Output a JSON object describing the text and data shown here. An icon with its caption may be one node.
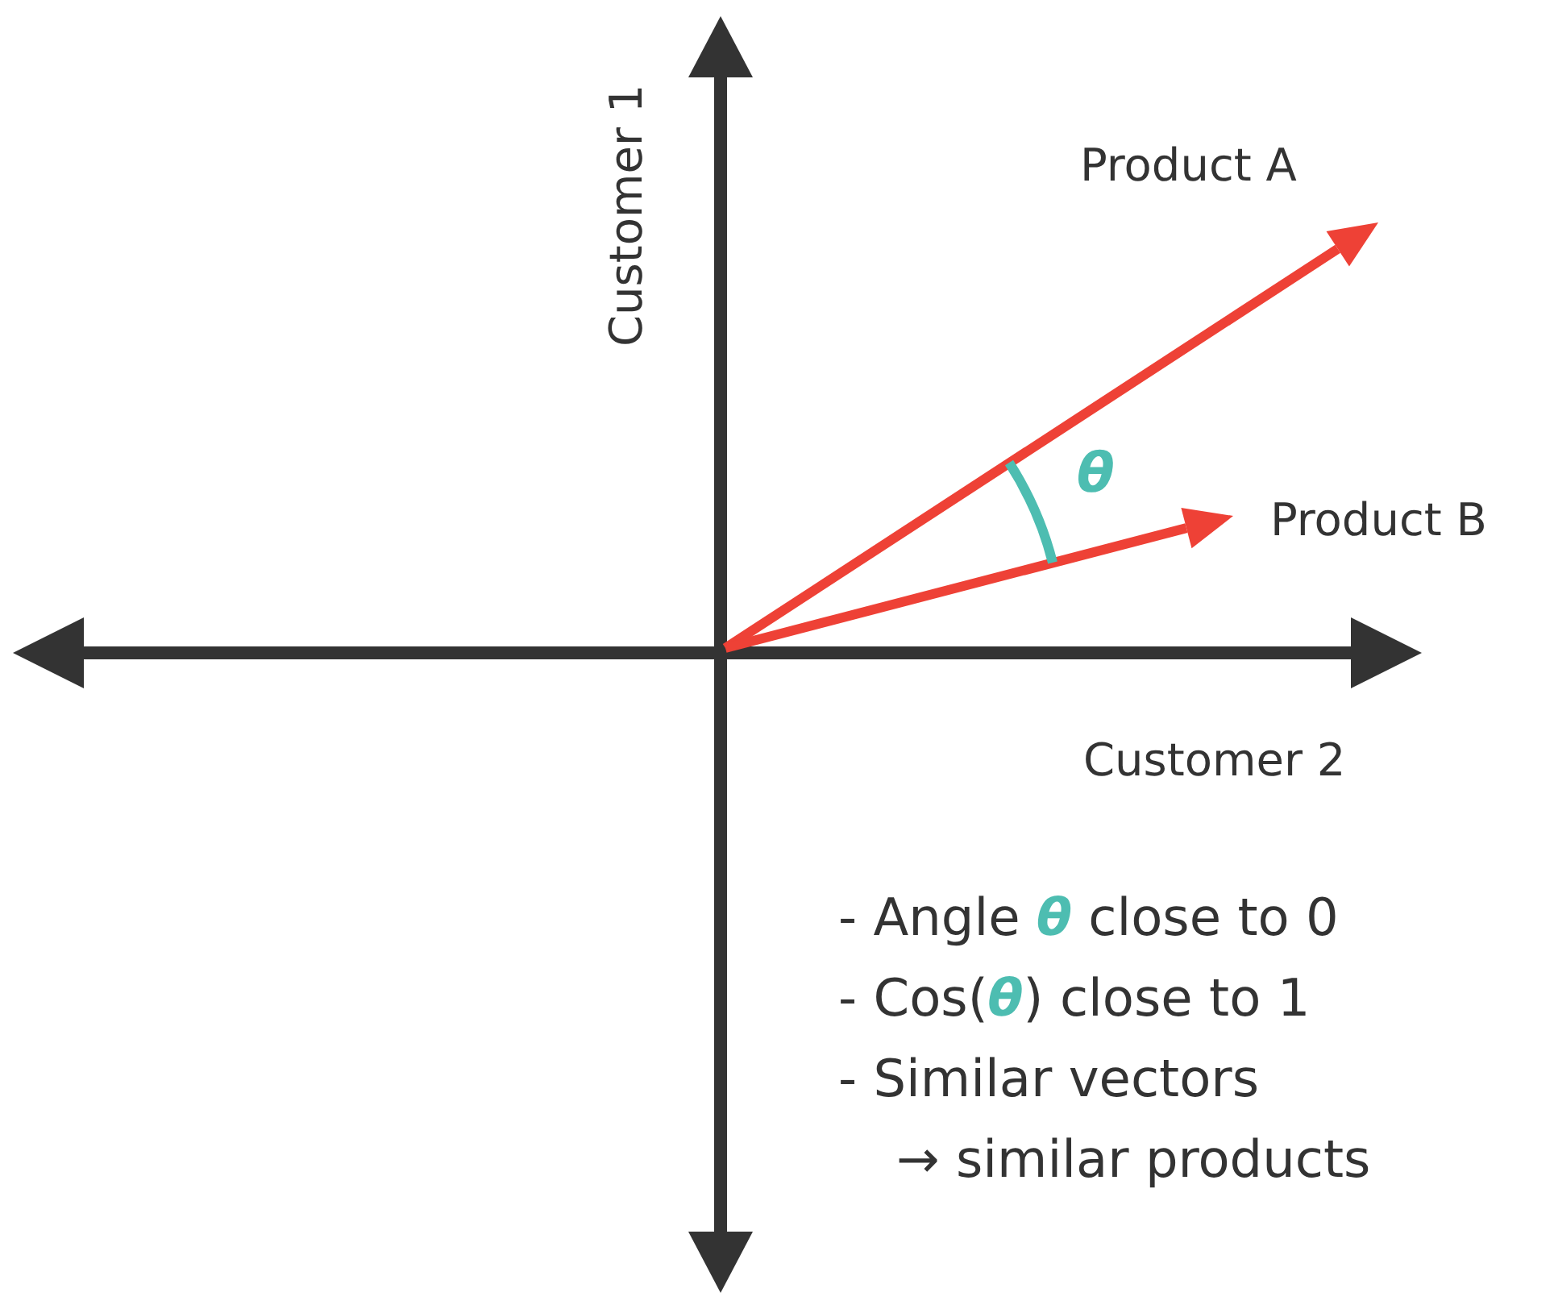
{
  "diagram": {
    "labels": [
      "Customer 1",
      "Product A",
      "θ",
      "Product B",
      "Customer 2",
      "- Angle **θ** close to 0",
      "- Cos(**θ**) close to 1",
      "- Similar vectors",
      "→ similar products"
    ]
  }
}
